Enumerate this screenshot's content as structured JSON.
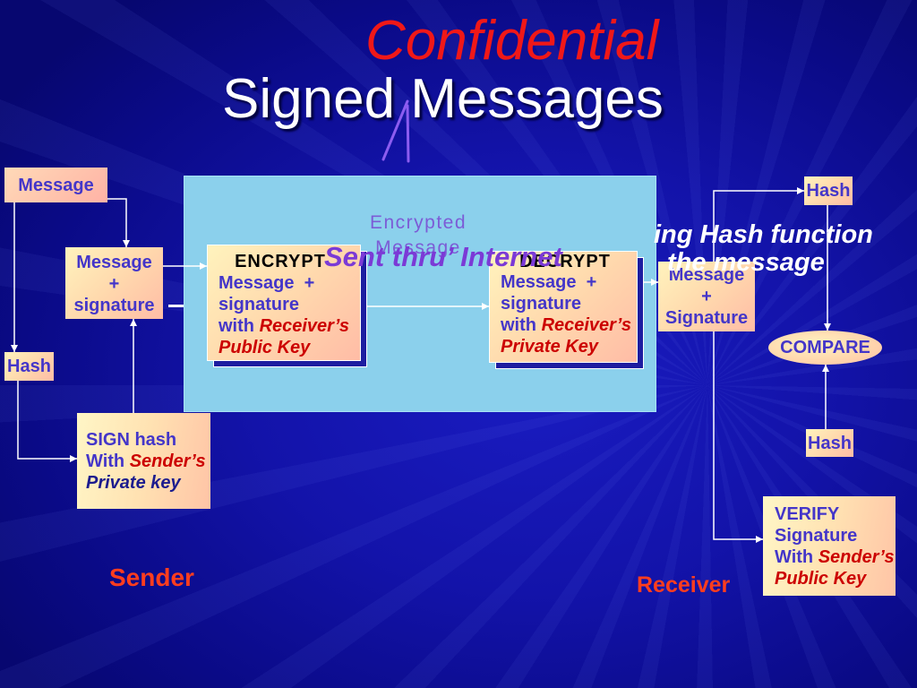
{
  "title": {
    "confidential": "Confidential",
    "main": "Signed Messages"
  },
  "sender": {
    "message_box": "Message",
    "combined_box": {
      "line1": "Message",
      "line2": "+",
      "line3": "signature"
    },
    "hash_box": "Hash",
    "sign_box": {
      "line1": "SIGN hash",
      "with": "With",
      "key_owner": "Sender’s",
      "key": "Private key"
    },
    "label": "Sender"
  },
  "channel": {
    "encrypted_label": {
      "line1": "Encrypted",
      "line2": "Message"
    },
    "sent_label": "Sent thru’ Internet",
    "encrypt_box": {
      "heading": "ENCRYPT",
      "line1": "Message  +",
      "line2": "signature",
      "with": "with",
      "key_owner": "Receiver’s",
      "key": "Public Key"
    },
    "decrypt_box": {
      "heading": "DECRYPT",
      "line1": "Message  +",
      "line2": "signature",
      "with": "with",
      "key_owner": "Receiver’s",
      "key": "Private Key"
    }
  },
  "receiver": {
    "combined_box": {
      "line1": "Message",
      "line2": "+",
      "line3": "Signature"
    },
    "hash_top": "Hash",
    "compare": "COMPARE",
    "hash_bottom": "Hash",
    "verify_box": {
      "line1": "VERIFY",
      "line2": "Signature",
      "with": "With",
      "key_owner": "Sender’s",
      "key": "Public Key"
    },
    "label": "Receiver"
  },
  "hash_note": {
    "line1": "ing Hash function",
    "line2": "the message"
  },
  "colors": {
    "title_red": "#f01818",
    "box_text": "#4436c9",
    "key_red": "#cc0000",
    "label_orange": "#ff3d1e",
    "channel_purple": "#7b3ad6",
    "panel_blue": "#8bd0ec"
  }
}
